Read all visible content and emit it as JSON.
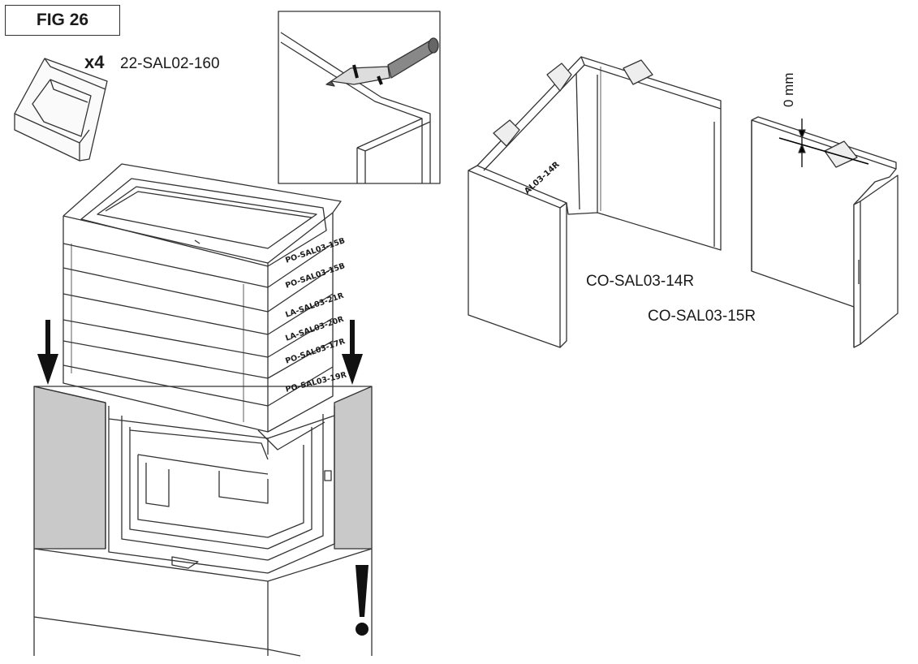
{
  "figure": {
    "label": "FIG 26"
  },
  "clip": {
    "quantity": "x4",
    "code": "22-SAL02-160"
  },
  "bricks": {
    "labels": [
      "PO-SAL03-15B",
      "PO-SAL03-15B",
      "LA-SAL03-21R",
      "LA-SAL03-20R",
      "PO-SAL03-17R",
      "PO-SAL03-19R"
    ]
  },
  "panels": {
    "corner_label": "CO-SAL03-14R",
    "side_label": "CO-SAL03-15R",
    "corner_inner_text": "AL03-14R",
    "gap_label": "0 mm"
  },
  "icons": [
    "arrow-down-icon",
    "arrow-down-icon",
    "warning-exclamation-icon",
    "screwdriver-icon",
    "clip-icon"
  ]
}
